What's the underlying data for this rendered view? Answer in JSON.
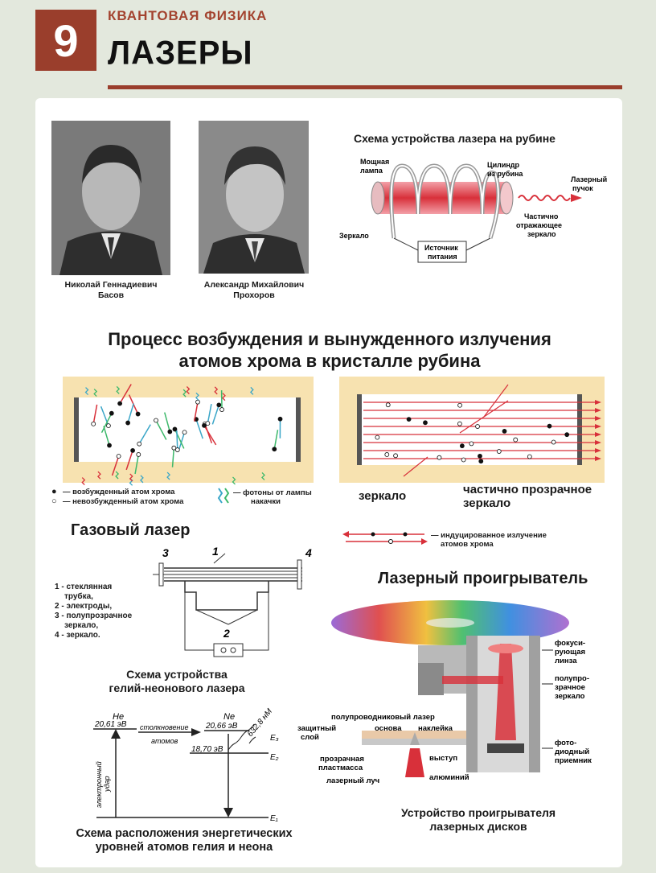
{
  "header": {
    "number": "9",
    "subject": "КВАНТОВАЯ ФИЗИКА",
    "title": "ЛАЗЕРЫ"
  },
  "portraits": [
    {
      "name": "Николай Геннадиевич Басов",
      "line1": "Николай Геннадиевич",
      "line2": "Басов"
    },
    {
      "name": "Александр Михайлович Прохоров",
      "line1": "Александр Михайлович",
      "line2": "Прохоров"
    }
  ],
  "ruby_laser": {
    "title": "Схема устройства  лазера на рубине",
    "lamp": [
      "Мощная",
      "лампа"
    ],
    "cylinder": [
      "Цилиндр",
      "из рубина"
    ],
    "beam": [
      "Лазерный",
      "пучок"
    ],
    "partial_mirror": [
      "Частично",
      "отражающее",
      "зеркало"
    ],
    "mirror": "Зеркало",
    "power": [
      "Источник",
      "питания"
    ]
  },
  "process": {
    "title_line1": "Процесс возбуждения и вынужденного излучения",
    "title_line2": "атомов  хрома в кристалле рубина",
    "legend_excited": "— возбужденный атом хрома",
    "legend_unexcited": "— невозбужденный атом хрома",
    "legend_photons_1": "— фотоны от лампы",
    "legend_photons_2": "накачки",
    "mirror": "зеркало",
    "partial_mirror_1": "частично прозрачное",
    "partial_mirror_2": "зеркало",
    "induced_1": "— индуцированное излучение",
    "induced_2": "атомов хрома"
  },
  "gas_laser": {
    "title": "Газовый  лазер",
    "labels": [
      "1",
      "2",
      "3",
      "4"
    ],
    "legend": [
      "1 - стеклянная",
      "трубка,",
      "2 - электроды,",
      "3 - полупрозрачное",
      "зеркало,",
      "4 - зеркало."
    ],
    "caption_1": "Схема устройства",
    "caption_2": "гелий-неонового лазера"
  },
  "energy": {
    "he": "He",
    "ne": "Ne",
    "he_level": "20,61 эВ",
    "ne_level": "20,66 эВ",
    "ne_low": "18,70 эВ",
    "collision_1": "столкновение",
    "collision_2": "атомов",
    "wavelength": "632,8 нМ",
    "e3": "E₃",
    "e2": "E₂",
    "e1": "E₁",
    "electron_1": "электронный",
    "electron_2": "удар",
    "caption_1": "Схема расположения энергетических",
    "caption_2": "уровней атомов гелия и неона"
  },
  "player": {
    "title": "Лазерный проигрыватель",
    "focus_lens": [
      "фокуси-",
      "рующая",
      "линза"
    ],
    "semi_mirror": [
      "полупро-",
      "зрачное",
      "зеркало"
    ],
    "photodiode": [
      "фото-",
      "диодный",
      "приемник"
    ],
    "semiconductor": "полупроводниковый лазер",
    "protective": [
      "защитный",
      "слой"
    ],
    "base": "основа",
    "sticker": "наклейка",
    "plastic": [
      "прозрачная",
      "пластмасса"
    ],
    "bump": "выступ",
    "laser_beam": "лазерный луч",
    "aluminium": "алюминий",
    "caption_1": "Устройство проигрывателя",
    "caption_2": "лазерных дисков"
  },
  "colors": {
    "accent": "#9a3e2c",
    "laser_red": "#d8303a",
    "crystal_bg": "#f7e2b0",
    "panel_bg": "#ffffff",
    "page_bg": "#e3e8dd"
  }
}
